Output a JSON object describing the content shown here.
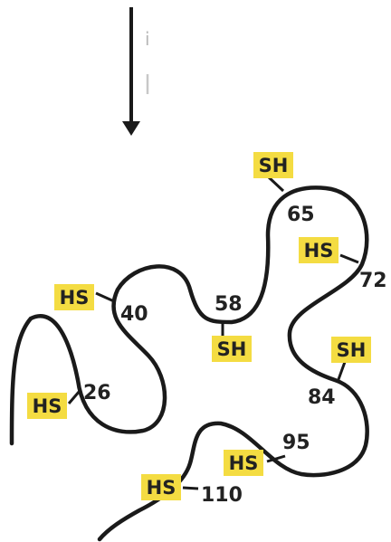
{
  "colors": {
    "chain": "#1a1a1a",
    "tag_fill": "#f4dc42",
    "text": "#222222"
  },
  "arrow": {
    "direction": "down",
    "caption_glyph": "i"
  },
  "thiol_sites": [
    {
      "residue": "26",
      "group": "HS"
    },
    {
      "residue": "40",
      "group": "HS"
    },
    {
      "residue": "58",
      "group": "SH"
    },
    {
      "residue": "65",
      "group": "SH"
    },
    {
      "residue": "72",
      "group": "HS"
    },
    {
      "residue": "84",
      "group": "SH"
    },
    {
      "residue": "95",
      "group": "HS"
    },
    {
      "residue": "110",
      "group": "HS"
    }
  ]
}
